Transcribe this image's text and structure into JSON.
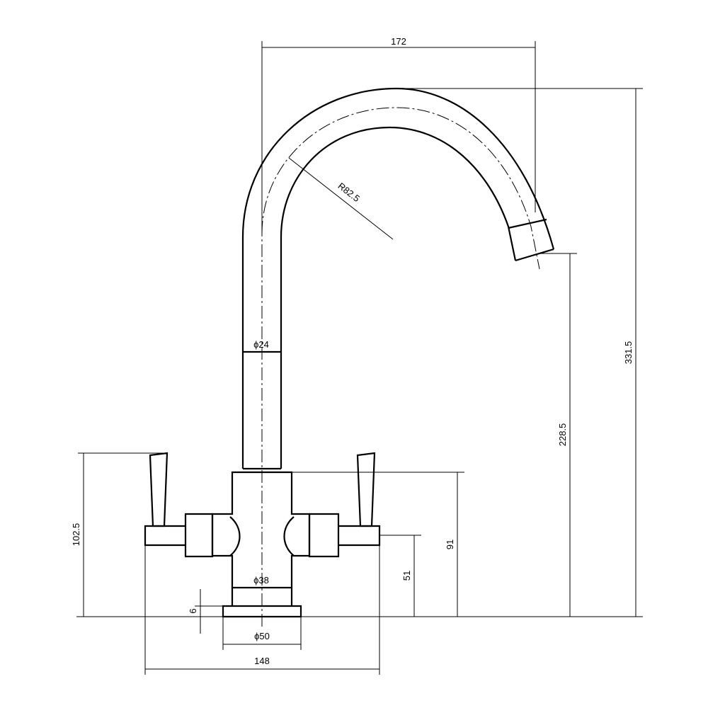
{
  "drawing": {
    "dimensions": {
      "spout_reach": "172",
      "total_height": "331.5",
      "spout_outlet_height": "228.5",
      "lever_height": "102.5",
      "body_height": "91",
      "handle_axis_height": "51",
      "bend_radius": "R82.5",
      "spout_diameter": "ϕ24",
      "body_diameter": "ϕ38",
      "base_diameter": "ϕ50",
      "base_thickness": "6",
      "overall_width": "148"
    }
  }
}
